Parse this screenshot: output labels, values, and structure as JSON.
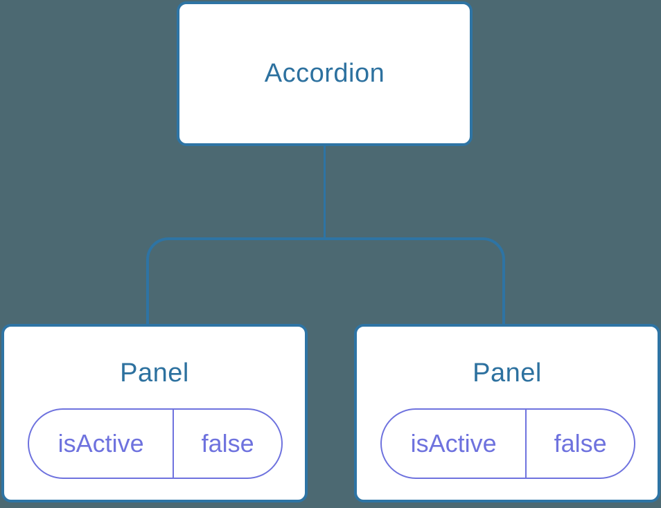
{
  "diagram": {
    "type": "component-tree",
    "colors": {
      "background": "#4c6972",
      "connector_blue": "#2e74a4",
      "node_text_blue": "#2d719f",
      "state_purple": "#6e72de",
      "node_background": "#ffffff"
    },
    "root": {
      "label": "Accordion"
    },
    "children": [
      {
        "label": "Panel",
        "state": {
          "key": "isActive",
          "value": "false"
        }
      },
      {
        "label": "Panel",
        "state": {
          "key": "isActive",
          "value": "false"
        }
      }
    ]
  }
}
